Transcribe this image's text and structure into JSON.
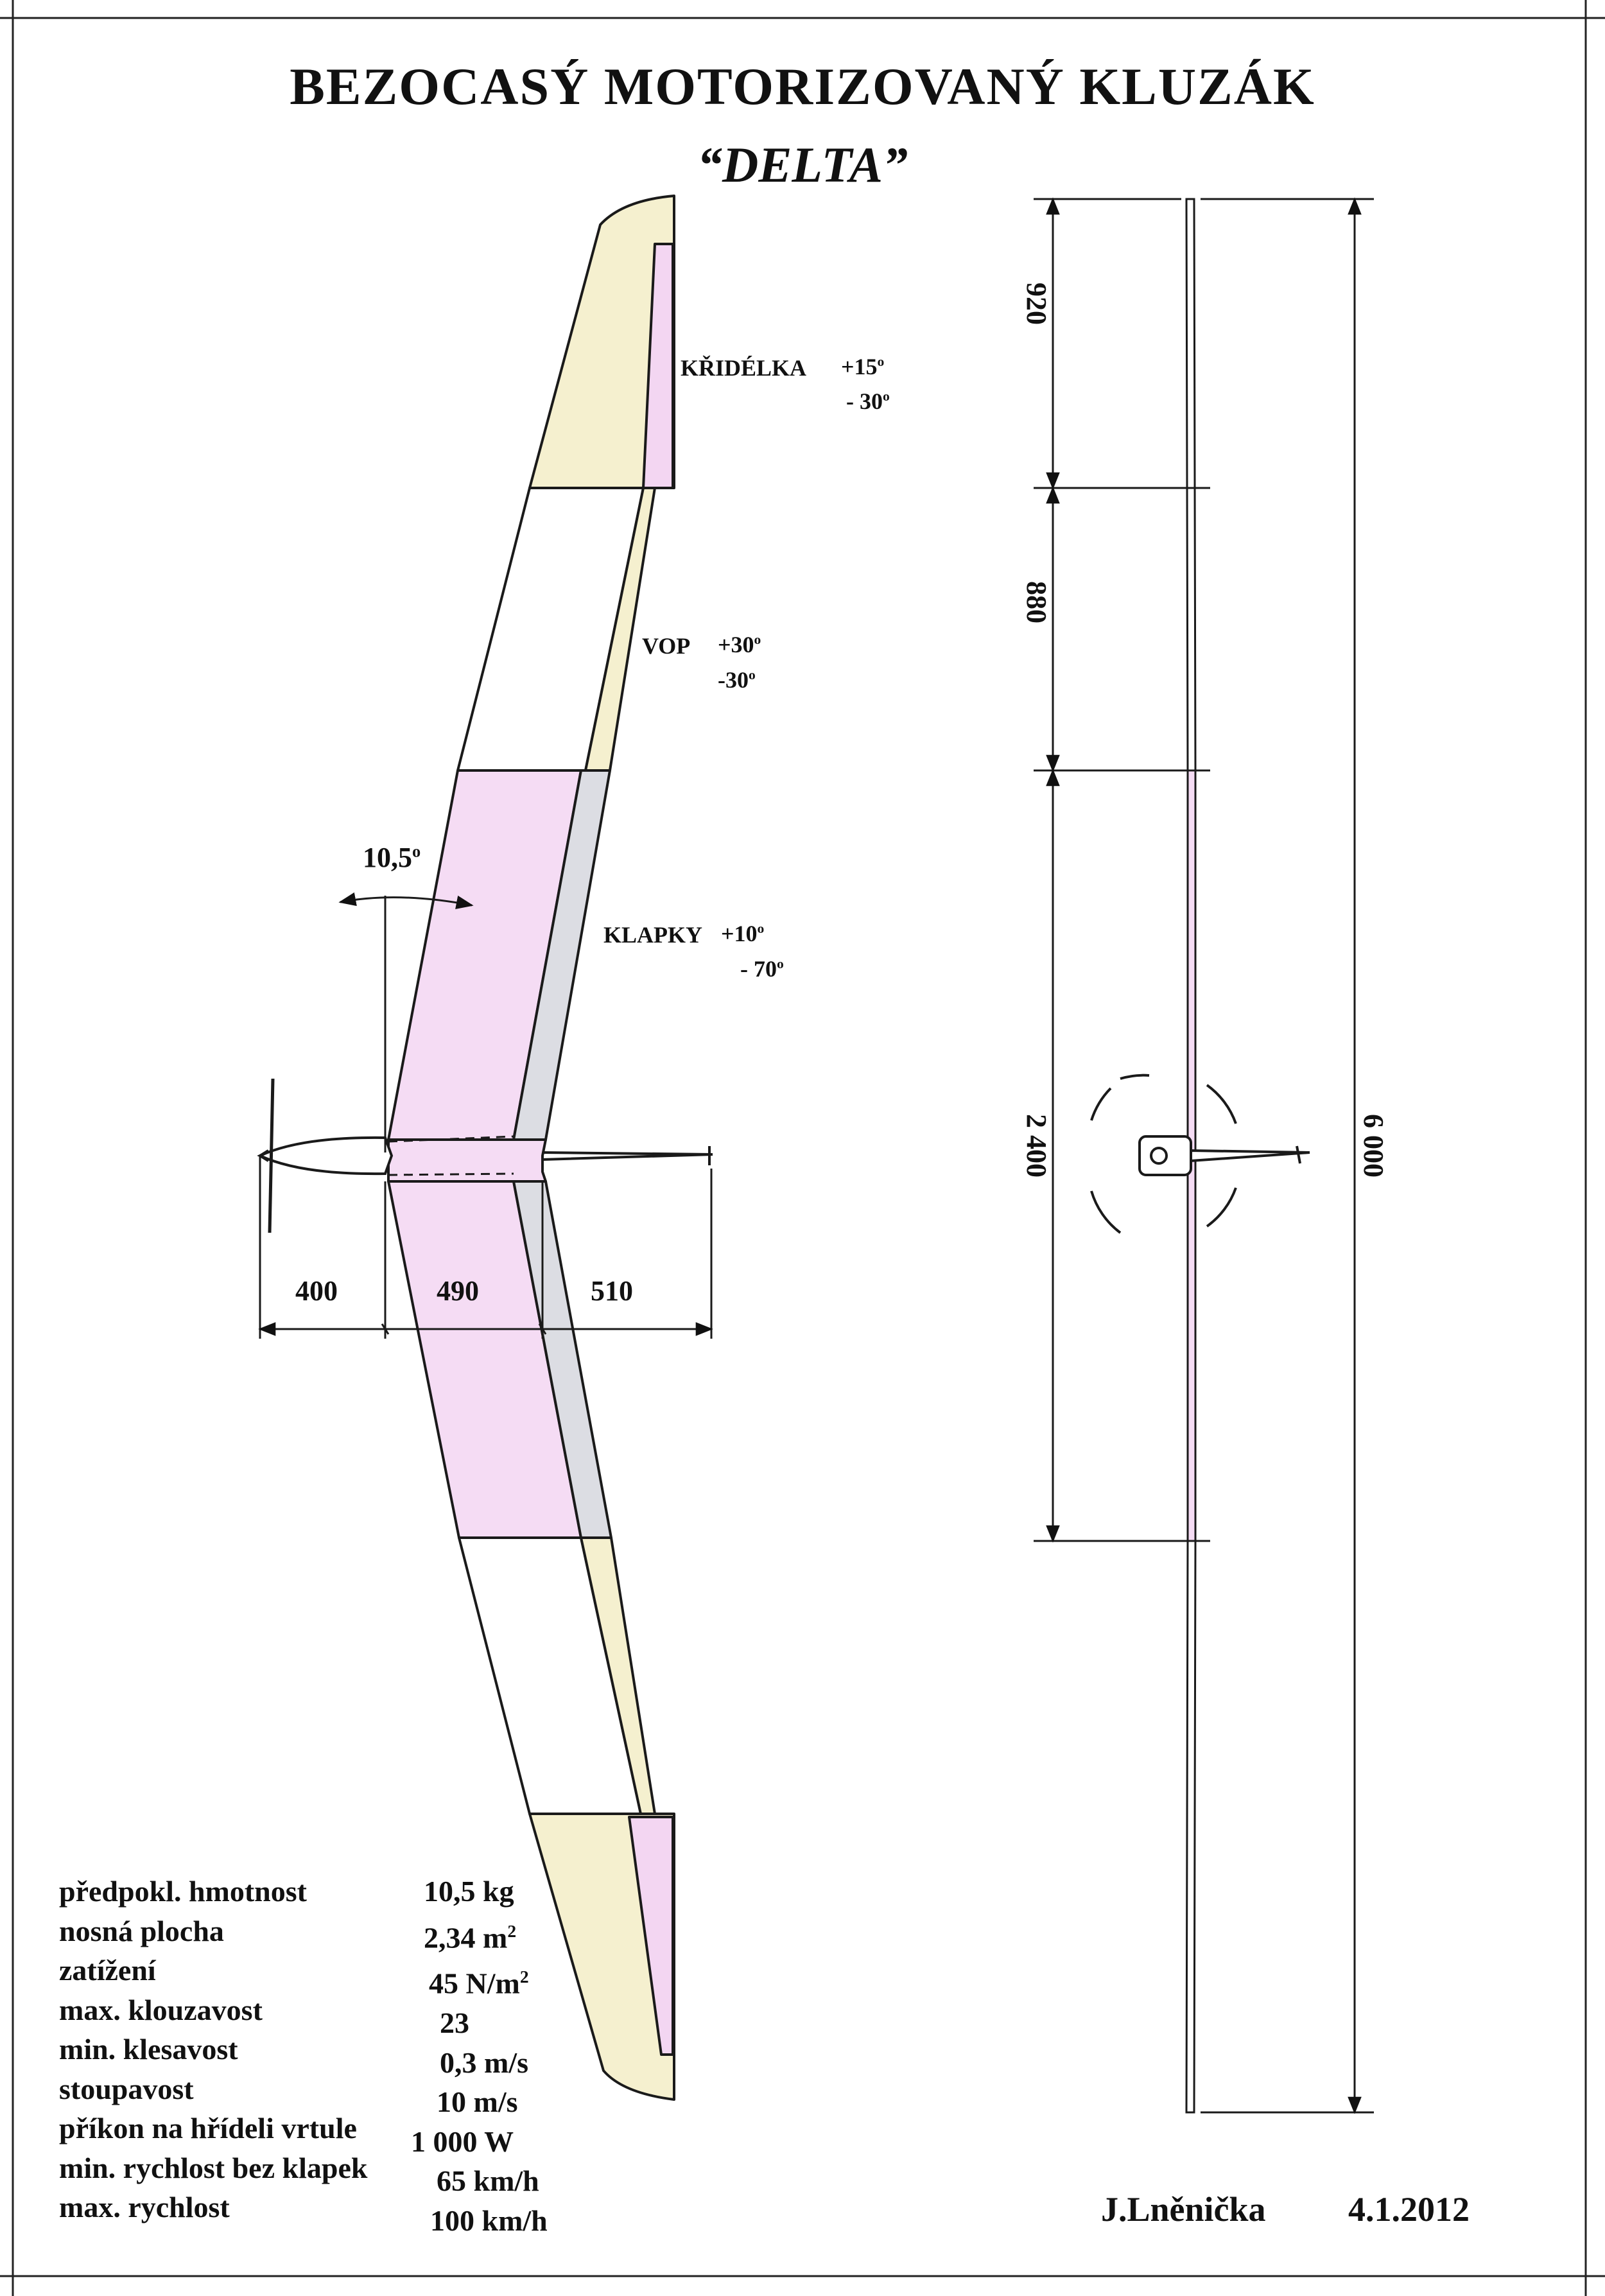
{
  "title": "BEZOCASÝ MOTORIZOVANÝ KLUZÁK",
  "subtitle": "“DELTA”",
  "surfaces": {
    "ailerons": {
      "label": "KŘIDÉLKA",
      "up": "+15",
      "down": "- 30",
      "unit": "o"
    },
    "elevator": {
      "label": "VOP",
      "up": "+30",
      "down": "-30",
      "unit": "o"
    },
    "flaps": {
      "label": "KLAPKY",
      "up": "+10",
      "down": "- 70",
      "unit": "o"
    }
  },
  "sweep_angle": {
    "value": "10,5",
    "unit": "o"
  },
  "dimensions_plan": [
    "400",
    "490",
    "510"
  ],
  "dimensions_side": {
    "tip": "920",
    "middle": "880",
    "center": "2 400",
    "span": "6 000"
  },
  "specs": [
    {
      "label": "předpokl. hmotnost",
      "value": "10,5 kg"
    },
    {
      "label": "nosná plocha",
      "value": "2,34 m",
      "sup": "2"
    },
    {
      "label": "zatížení",
      "value": "45  N/m",
      "sup": "2"
    },
    {
      "label": "max. klouzavost",
      "value": "23"
    },
    {
      "label": "min. klesavost",
      "value": "0,3 m/s"
    },
    {
      "label": "stoupavost",
      "value": "10 m/s"
    },
    {
      "label": "příkon na hřídeli vrtule",
      "value": "1 000 W"
    },
    {
      "label": "min. rychlost bez klapek",
      "value": "65 km/h"
    },
    {
      "label": "max. rychlost",
      "value": "100 km/h"
    }
  ],
  "author": "J.Lněnička",
  "date": "4.1.2012",
  "colors": {
    "wing_tip": "#f5f0cf",
    "control_surface": "#f3d6f2",
    "center_section": "#f5dcf4",
    "flap": "#dcdde3",
    "outline": "#1a1a1a"
  }
}
